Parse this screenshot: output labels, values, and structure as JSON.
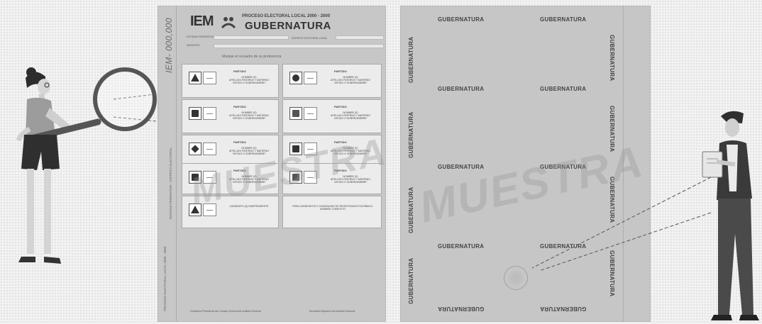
{
  "front": {
    "folio": "IEM- 000,000",
    "logo": "IEM",
    "proceso": "PROCESO ELECTORAL LOCAL 2000 - 2000",
    "title": "GUBERNATURA",
    "fields": {
      "entidad": "ENTIDAD FEDERATIVA",
      "municipio": "MUNICIPIO",
      "distrito": "DISTRITO ELECTORAL LOCAL"
    },
    "instruction": "Marque el recuadro de su preferencia",
    "strip_left_1": "PROCESO ELECTORAL LOCAL 2000 - 2000",
    "strip_left_2": "ENTIDAD FEDERATIVA · DISTRITO ELECTORAL",
    "cards": [
      {
        "party": "PARTIDO",
        "label": "NOMBRE (S)\nAPELLIDO PATERNO Y MATERNO\n\"APODO O SOBRENOMBRE\"",
        "shape": "tri"
      },
      {
        "party": "PARTIDO",
        "label": "NOMBRE (S)\nAPELLIDO PATERNO Y MATERNO\n\"APODO O SOBRENOMBRE\"",
        "shape": "circ"
      },
      {
        "party": "PARTIDO",
        "label": "NOMBRE (S)\nAPELLIDO PATERNO Y MATERNO\n\"APODO O SOBRENOMBRE\"",
        "shape": "sq"
      },
      {
        "party": "PARTIDO",
        "label": "NOMBRE (S)\nAPELLIDO PATERNO Y MATERNO\n\"APODO O SOBRENOMBRE\"",
        "shape": "sq"
      },
      {
        "party": "PARTIDO",
        "label": "NOMBRE (S)\nAPELLIDO PATERNO Y MATERNO\n\"APODO O SOBRENOMBRE\"",
        "shape": "dia"
      },
      {
        "party": "PARTIDO",
        "label": "NOMBRE (S)\nAPELLIDO PATERNO Y MATERNO\n\"APODO O SOBRENOMBRE\"",
        "shape": "sq"
      },
      {
        "party": "PARTIDO",
        "label": "NOMBRE (S)\nAPELLIDO PATERNO Y MATERNO\n\"APODO O SOBRENOMBRE\"",
        "shape": "sq"
      },
      {
        "party": "PARTIDO",
        "label": "NOMBRE (S)\nAPELLIDO PATERNO Y MATERNO\n\"APODO O SOBRENOMBRE\"",
        "shape": "sq"
      }
    ],
    "independent": "CANDIDATO (A) INDEPENDIENTE",
    "writein": "PARA CANDIDATOS O CANDIDATAS NO REGISTRADOS ESCRIBA EL NOMBRE COMPLETO",
    "signature_left": "Consejera Presidenta del Consejo General del Instituto Electoral",
    "signature_right": "Secretario Ejecutivo del Instituto Electoral",
    "watermark": "MUESTRA"
  },
  "back": {
    "label": "GUBERNATURA",
    "watermark": "MUESTRA"
  },
  "colors": {
    "paper": "#c7c7c7",
    "ink": "#333333",
    "background": "#f2f2f2"
  }
}
